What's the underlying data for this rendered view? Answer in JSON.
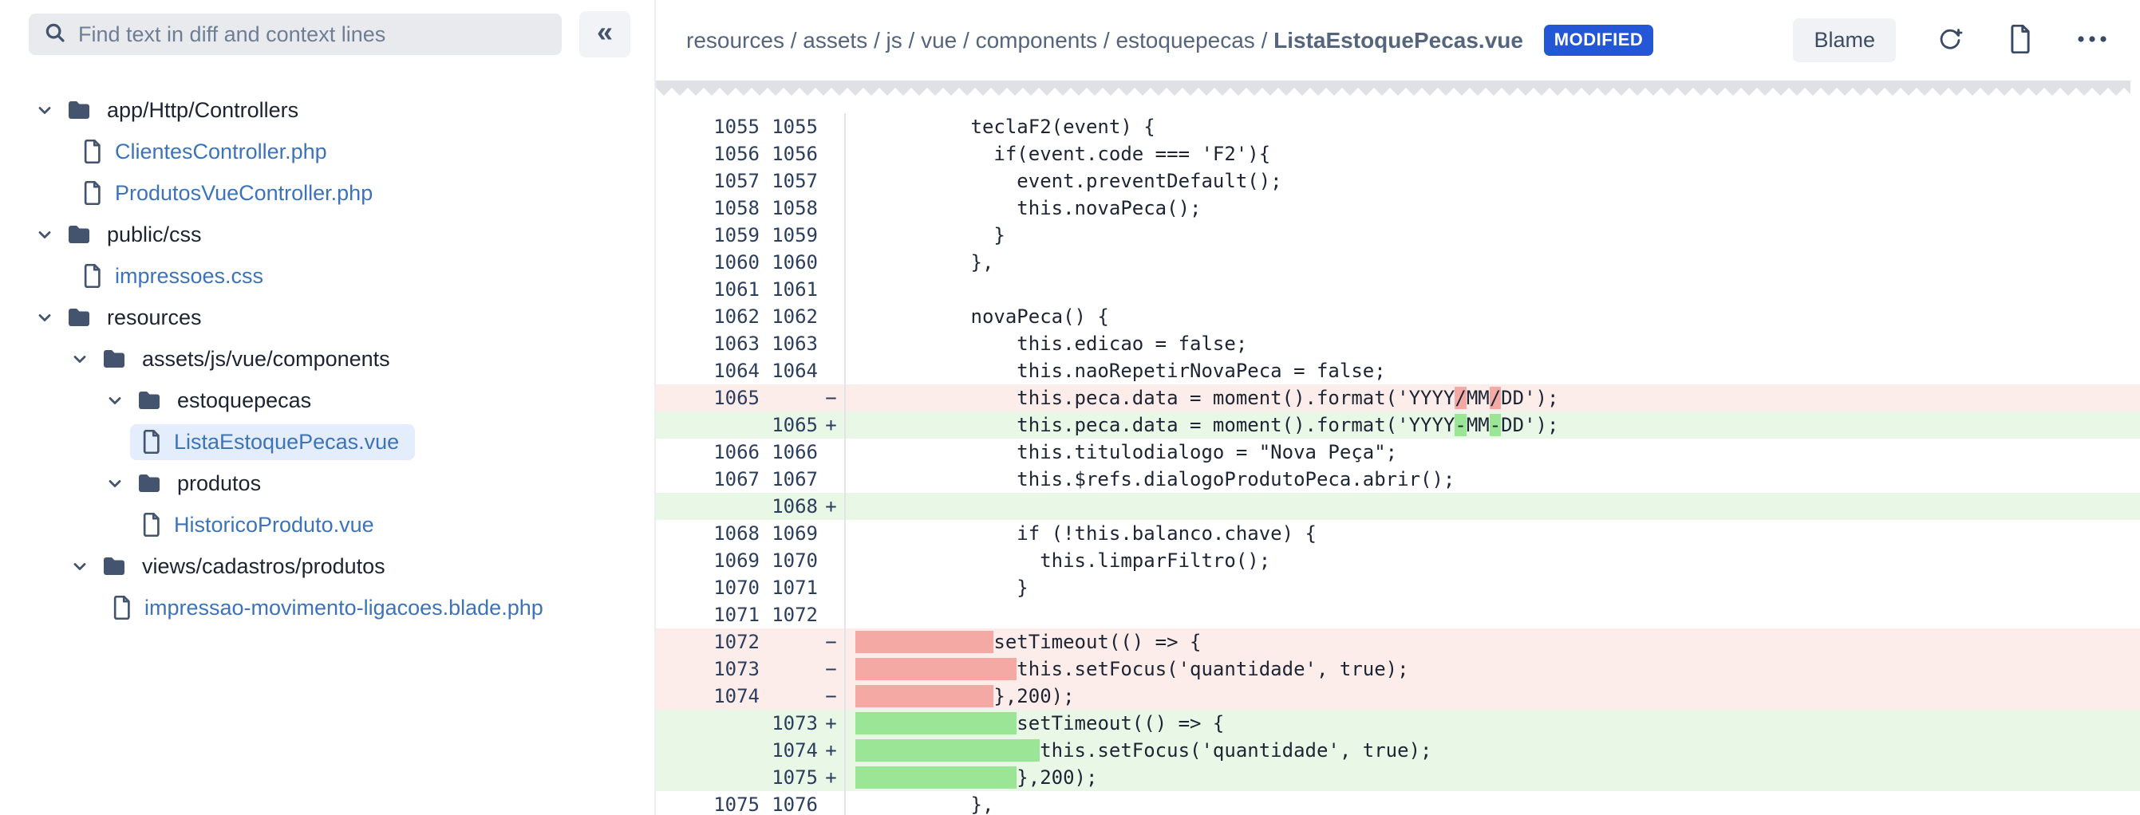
{
  "sidebar": {
    "search_placeholder": "Find text in diff and context lines",
    "collapse_glyph": "«",
    "tree": [
      {
        "type": "folder",
        "level": 0,
        "label": "app/Http/Controllers",
        "expanded": true
      },
      {
        "type": "file",
        "level": 0,
        "label": "ClientesController.php"
      },
      {
        "type": "file",
        "level": 0,
        "label": "ProdutosVueController.php"
      },
      {
        "type": "folder",
        "level": 0,
        "label": "public/css",
        "expanded": true
      },
      {
        "type": "file",
        "level": 0,
        "label": "impressoes.css"
      },
      {
        "type": "folder",
        "level": 0,
        "label": "resources",
        "expanded": true
      },
      {
        "type": "folder",
        "level": 1,
        "label": "assets/js/vue/components",
        "expanded": true
      },
      {
        "type": "folder",
        "level": 2,
        "label": "estoquepecas",
        "expanded": true
      },
      {
        "type": "file",
        "level": 2,
        "label": "ListaEstoquePecas.vue",
        "selected": true
      },
      {
        "type": "folder",
        "level": 2,
        "label": "produtos",
        "expanded": true
      },
      {
        "type": "file",
        "level": 2,
        "label": "HistoricoProduto.vue"
      },
      {
        "type": "folder",
        "level": 1,
        "label": "views/cadastros/produtos",
        "expanded": true
      },
      {
        "type": "file",
        "level": 1,
        "label": "impressao-movimento-ligacoes.blade.php"
      }
    ]
  },
  "header": {
    "breadcrumb": [
      "resources",
      "assets",
      "js",
      "vue",
      "components",
      "estoquepecas"
    ],
    "filename": "ListaEstoquePecas.vue",
    "badge_label": "MODIFIED",
    "blame_label": "Blame"
  },
  "diff": {
    "lines": [
      {
        "old": "1055",
        "new": "1055",
        "mark": "",
        "type": "ctx",
        "code": [
          {
            "t": "          teclaF2(event) {"
          }
        ]
      },
      {
        "old": "1056",
        "new": "1056",
        "mark": "",
        "type": "ctx",
        "code": [
          {
            "t": "            if(event.code === 'F2'){"
          }
        ]
      },
      {
        "old": "1057",
        "new": "1057",
        "mark": "",
        "type": "ctx",
        "code": [
          {
            "t": "              event.preventDefault();"
          }
        ]
      },
      {
        "old": "1058",
        "new": "1058",
        "mark": "",
        "type": "ctx",
        "code": [
          {
            "t": "              this.novaPeca();"
          }
        ]
      },
      {
        "old": "1059",
        "new": "1059",
        "mark": "",
        "type": "ctx",
        "code": [
          {
            "t": "            }"
          }
        ]
      },
      {
        "old": "1060",
        "new": "1060",
        "mark": "",
        "type": "ctx",
        "code": [
          {
            "t": "          },"
          }
        ]
      },
      {
        "old": "1061",
        "new": "1061",
        "mark": "",
        "type": "ctx",
        "code": [
          {
            "t": ""
          }
        ]
      },
      {
        "old": "1062",
        "new": "1062",
        "mark": "",
        "type": "ctx",
        "code": [
          {
            "t": "          novaPeca() {"
          }
        ]
      },
      {
        "old": "1063",
        "new": "1063",
        "mark": "",
        "type": "ctx",
        "code": [
          {
            "t": "              this.edicao = false;"
          }
        ]
      },
      {
        "old": "1064",
        "new": "1064",
        "mark": "",
        "type": "ctx",
        "code": [
          {
            "t": "              this.naoRepetirNovaPeca = false;"
          }
        ]
      },
      {
        "old": "1065",
        "new": "",
        "mark": "−",
        "type": "del",
        "code": [
          {
            "t": "              this.peca.data = moment().format('YYYY"
          },
          {
            "t": "/",
            "hl": true
          },
          {
            "t": "MM"
          },
          {
            "t": "/",
            "hl": true
          },
          {
            "t": "DD');"
          }
        ]
      },
      {
        "old": "",
        "new": "1065",
        "mark": "+",
        "type": "add",
        "code": [
          {
            "t": "              this.peca.data = moment().format('YYYY"
          },
          {
            "t": "-",
            "hl": true
          },
          {
            "t": "MM"
          },
          {
            "t": "-",
            "hl": true
          },
          {
            "t": "DD');"
          }
        ]
      },
      {
        "old": "1066",
        "new": "1066",
        "mark": "",
        "type": "ctx",
        "code": [
          {
            "t": "              this.titulodialogo = \"Nova Peça\";"
          }
        ]
      },
      {
        "old": "1067",
        "new": "1067",
        "mark": "",
        "type": "ctx",
        "code": [
          {
            "t": "              this.$refs.dialogoProdutoPeca.abrir();"
          }
        ]
      },
      {
        "old": "",
        "new": "1068",
        "mark": "+",
        "type": "add",
        "code": [
          {
            "t": ""
          }
        ]
      },
      {
        "old": "1068",
        "new": "1069",
        "mark": "",
        "type": "ctx",
        "code": [
          {
            "t": "              if (!this.balanco.chave) {"
          }
        ]
      },
      {
        "old": "1069",
        "new": "1070",
        "mark": "",
        "type": "ctx",
        "code": [
          {
            "t": "                this.limparFiltro();"
          }
        ]
      },
      {
        "old": "1070",
        "new": "1071",
        "mark": "",
        "type": "ctx",
        "code": [
          {
            "t": "              }"
          }
        ]
      },
      {
        "old": "1071",
        "new": "1072",
        "mark": "",
        "type": "ctx",
        "code": [
          {
            "t": ""
          }
        ]
      },
      {
        "old": "1072",
        "new": "",
        "mark": "−",
        "type": "del",
        "code": [
          {
            "t": "            ",
            "hl": true
          },
          {
            "t": "setTimeout(() => {"
          }
        ]
      },
      {
        "old": "1073",
        "new": "",
        "mark": "−",
        "type": "del",
        "code": [
          {
            "t": "              ",
            "hl": true
          },
          {
            "t": "this.setFocus('quantidade', true);"
          }
        ]
      },
      {
        "old": "1074",
        "new": "",
        "mark": "−",
        "type": "del",
        "code": [
          {
            "t": "            ",
            "hl": true
          },
          {
            "t": "},200);"
          }
        ]
      },
      {
        "old": "",
        "new": "1073",
        "mark": "+",
        "type": "add",
        "code": [
          {
            "t": "              ",
            "hl": true
          },
          {
            "t": "setTimeout(() => {"
          }
        ]
      },
      {
        "old": "",
        "new": "1074",
        "mark": "+",
        "type": "add",
        "code": [
          {
            "t": "                ",
            "hl": true
          },
          {
            "t": "this.setFocus('quantidade', true);"
          }
        ]
      },
      {
        "old": "",
        "new": "1075",
        "mark": "+",
        "type": "add",
        "code": [
          {
            "t": "              ",
            "hl": true
          },
          {
            "t": "},200);"
          }
        ]
      },
      {
        "old": "1075",
        "new": "1076",
        "mark": "",
        "type": "ctx",
        "code": [
          {
            "t": "          },"
          }
        ]
      }
    ]
  },
  "colors": {
    "badge_bg": "#2457D6",
    "file_link": "#3C73B9",
    "selected_bg": "#E4EDFB",
    "del_row_bg": "#FCECEA",
    "del_word_bg": "#F4A9A5",
    "add_row_bg": "#E9F8E6",
    "add_word_bg": "#9BE596",
    "torn_edge": "#DFE1E6",
    "icon": "#44546F"
  }
}
